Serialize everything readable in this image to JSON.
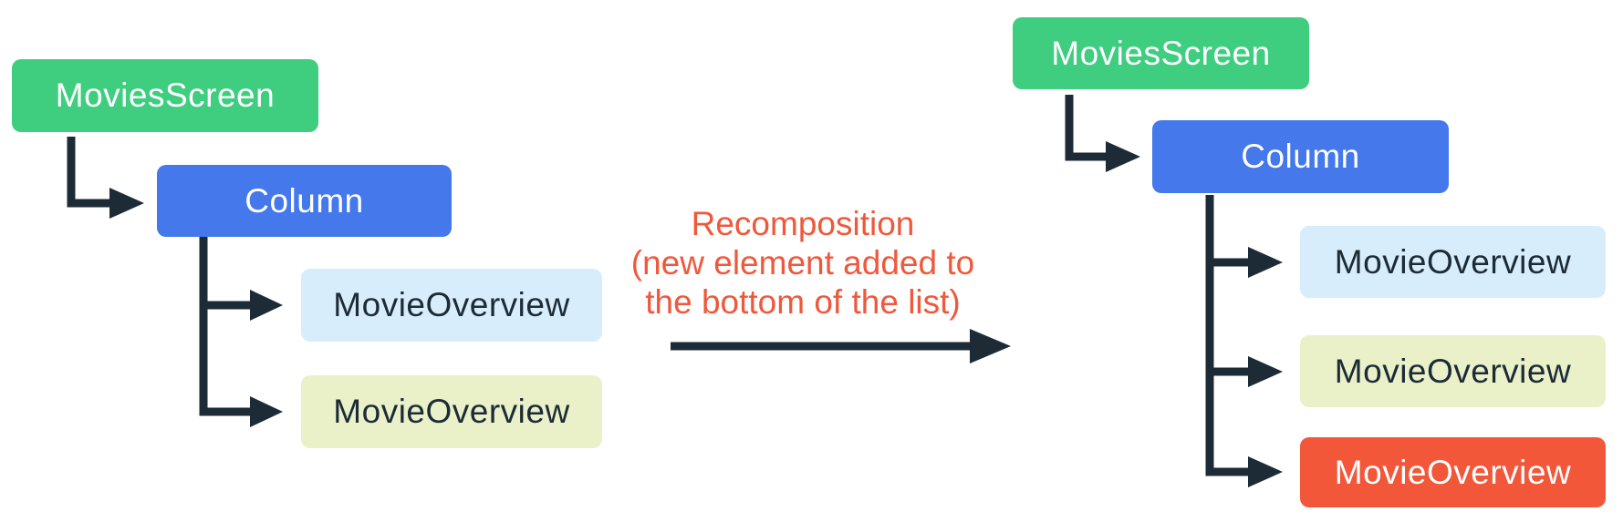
{
  "palette": {
    "background": "#FFFFFF",
    "connector": "#1C2B36",
    "annotation_text": "#F0583C",
    "node_root_green": "#3FCE80",
    "node_column_blue": "#4478EB",
    "node_child_light_blue": "#D8EDFB",
    "node_child_lime": "#EAF1C9",
    "node_child_highlight_orange": "#F2573A",
    "text_on_dark": "#FFFFFF",
    "text_on_light": "#1C2B36"
  },
  "diagram": {
    "left_tree": {
      "root": {
        "label": "MoviesScreen"
      },
      "column": {
        "label": "Column"
      },
      "children": [
        {
          "label": "MovieOverview"
        },
        {
          "label": "MovieOverview"
        }
      ]
    },
    "annotation": {
      "lines": [
        "Recomposition",
        "(new element added to",
        "the bottom of the list)"
      ]
    },
    "right_tree": {
      "root": {
        "label": "MoviesScreen"
      },
      "column": {
        "label": "Column"
      },
      "children": [
        {
          "label": "MovieOverview"
        },
        {
          "label": "MovieOverview"
        },
        {
          "label": "MovieOverview",
          "highlighted": true
        }
      ]
    }
  }
}
